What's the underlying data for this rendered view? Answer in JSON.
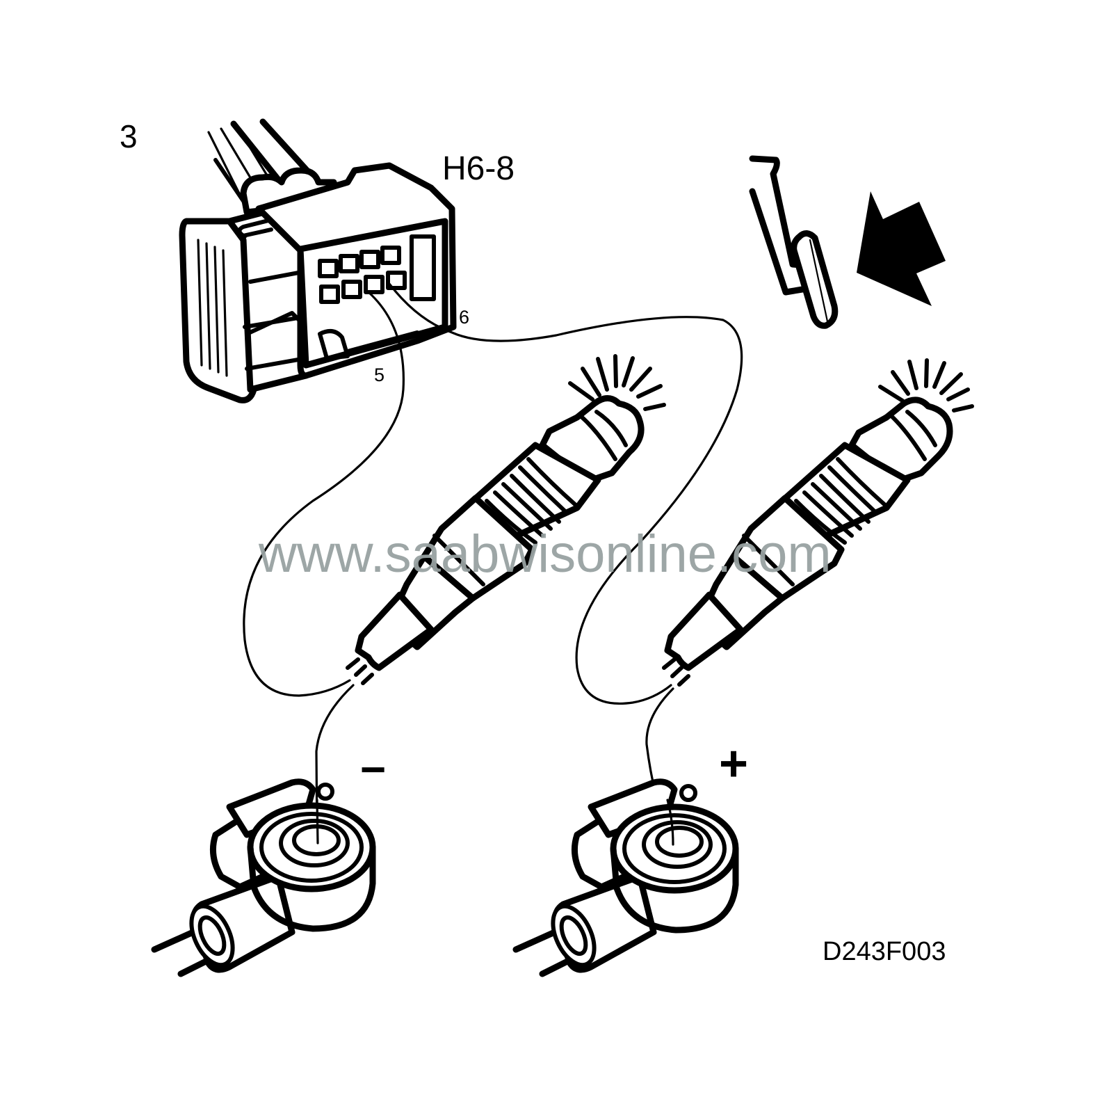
{
  "figure": {
    "step_number": "3",
    "connector_label": "H6-8",
    "pin_labels": {
      "pin_a": "5",
      "pin_b": "6"
    },
    "polarity": {
      "left": "−",
      "right": "+"
    },
    "figure_id": "D243F003",
    "watermark": "www.saabwisonline.com"
  },
  "components": [
    {
      "id": "connector",
      "name": "H6-8 connector",
      "pins_used": [
        "5",
        "6"
      ]
    },
    {
      "id": "test-lamp-left",
      "name": "Test lamp (lit)",
      "connected_to_pin": "5"
    },
    {
      "id": "test-lamp-right",
      "name": "Test lamp (lit)",
      "connected_to_pin": "6"
    },
    {
      "id": "knock-sensor-left",
      "name": "Knock sensor",
      "polarity": "−"
    },
    {
      "id": "knock-sensor-right",
      "name": "Knock sensor",
      "polarity": "+"
    },
    {
      "id": "pedal",
      "name": "Accelerator pedal",
      "action": "press"
    }
  ],
  "colors": {
    "ink": "#000000",
    "watermark": "#98a2a2",
    "background": "#ffffff"
  }
}
